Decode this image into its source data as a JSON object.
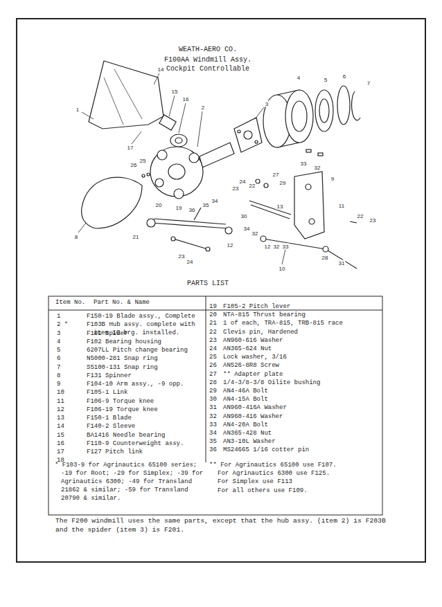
{
  "diagram": {
    "title": "WEATH-AERO CO.",
    "labels": [
      "F100AA Windmill Assy.",
      "Cockpit Controllable",
      "14",
      "1",
      "15",
      "16",
      "17",
      "2",
      "3",
      "4",
      "5",
      "6",
      "7",
      "33",
      "32",
      "8",
      "26",
      "25",
      "20",
      "19",
      "36",
      "35",
      "34",
      "21",
      "12",
      "23",
      "24",
      "24",
      "23",
      "27",
      "22",
      "29",
      "30",
      "34",
      "32",
      "12",
      "32",
      "33",
      "10",
      "28",
      "31",
      "9",
      "11",
      "22",
      "23",
      "13",
      "PARTS LIST",
      "Item No.",
      "Part No. & Name",
      "1",
      "F150-19 Blade assy., Complete",
      "2 *",
      "F103B Hub assy. complete with item 16 brg. installed.",
      "3",
      "F101 Spider",
      "4",
      "F102 Bearing housing",
      "5",
      "6207LL Pitch change bearing",
      "6",
      "N5000-281 Snap ring",
      "7",
      "S5100-131 Snap ring",
      "8",
      "F131 Spinner",
      "9",
      "F104-10 Arm assy., -9 opp.",
      "10",
      "F105-1 Link",
      "11",
      "F106-9 Torque knee",
      "12",
      "F106-19 Torque knee",
      "13",
      "F150-1 Blade",
      "14",
      "F140-2 Sleeve",
      "15",
      "BA1416 Needle bearing",
      "16",
      "F110-9 Counterweight assy.",
      "17",
      "F127 Pitch link",
      "18",
      "",
      "19",
      "F105-2 Pitch lever",
      "20",
      "NTA-815 Thrust bearing",
      "21",
      "1 of each, TRA-815, TRB-815 race",
      "22",
      "Clevis pin, Hardened",
      "23",
      "AN960-616 Washer",
      "24",
      "AN365-624 Nut",
      "25",
      "Lock washer, 3/16",
      "26",
      "AN526-8R8 Screw",
      "27",
      "** Adapter plate",
      "28",
      "1/4-3/8-3/8 Oilite bushing",
      "29",
      "AN4-46A Bolt",
      "30",
      "AN4-15A Bolt",
      "31",
      "AN960-416A Washer",
      "32",
      "AN960-416 Washer",
      "33",
      "AN4-20A Bolt",
      "34",
      "AN365-428 Nut",
      "35",
      "AN3-10L Washer",
      "36",
      "MS24665 1/16 cotter pin",
      "* F103-9 for Agrinautics 65100 series; -19 for Root; -29 for Simplex; -39 for Agrinautics 6300; -49 for Transland 21862 & similar; -59 for Transland 20790 & similar.",
      "** For Agrinautics 65100 use F107.",
      "For Agrinautics 6300 use F125.",
      "For Simplex use F113",
      "For all others use F109.",
      "The F200 windmill uses the same parts, except that the hub assy. (item 2) is F203B and the spider (item 3) is F201."
    ]
  }
}
